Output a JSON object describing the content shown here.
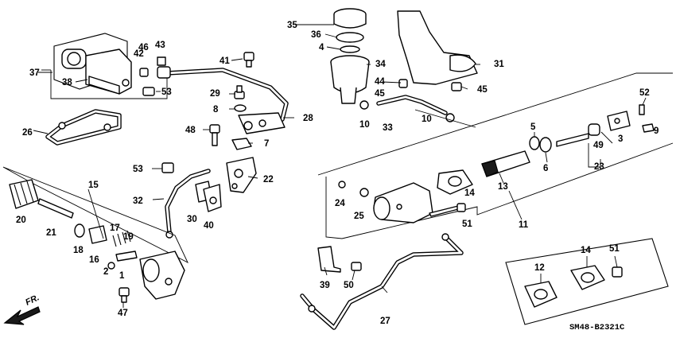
{
  "diagram": {
    "drawing_code": "SM48-B2321C",
    "direction_label": "FR.",
    "callouts": {
      "p1": "1",
      "p2": "2",
      "p3": "3",
      "p4": "4",
      "p5": "5",
      "p6": "6",
      "p7": "7",
      "p8": "8",
      "p9": "9",
      "p10a": "10",
      "p10b": "10",
      "p11": "11",
      "p12": "12",
      "p13": "13",
      "p14a": "14",
      "p14b": "14",
      "p15": "15",
      "p16": "16",
      "p17": "17",
      "p18": "18",
      "p19": "19",
      "p20": "20",
      "p21": "21",
      "p22": "22",
      "p23": "23",
      "p24": "24",
      "p25": "25",
      "p26": "26",
      "p27": "27",
      "p28": "28",
      "p29": "29",
      "p30": "30",
      "p31": "31",
      "p32": "32",
      "p33": "33",
      "p34": "34",
      "p35": "35",
      "p36": "36",
      "p37": "37",
      "p38": "38",
      "p39": "39",
      "p40": "40",
      "p41": "41",
      "p42": "42",
      "p43": "43",
      "p44": "44",
      "p45a": "45",
      "p45b": "45",
      "p46": "46",
      "p47": "47",
      "p48": "48",
      "p49": "49",
      "p50": "50",
      "p51a": "51",
      "p51b": "51",
      "p52": "52",
      "p53a": "53",
      "p53b": "53"
    }
  }
}
